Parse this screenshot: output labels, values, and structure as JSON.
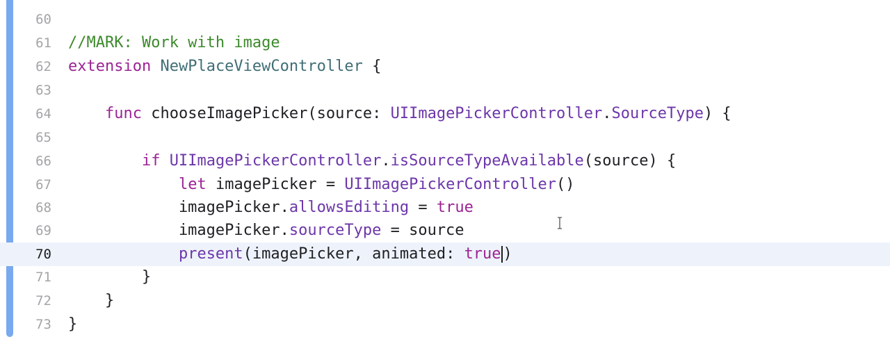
{
  "editor": {
    "colors": {
      "comment": "#3d8a2c",
      "keyword": "#9b2393",
      "type": "#3f6e74",
      "member": "#6c36a9",
      "current_line": "#eef3fb",
      "change_bar": "#79a9ef"
    },
    "cursor_icon": "text-cursor-icon",
    "lines": [
      {
        "number": "60",
        "tokens": []
      },
      {
        "number": "61",
        "tokens": [
          {
            "t": "//MARK: Work with image",
            "c": "comment"
          }
        ]
      },
      {
        "number": "62",
        "tokens": [
          {
            "t": "extension",
            "c": "keyword"
          },
          {
            "t": " ",
            "c": "plain"
          },
          {
            "t": "NewPlaceViewController",
            "c": "type"
          },
          {
            "t": " {",
            "c": "plain"
          }
        ]
      },
      {
        "number": "63",
        "tokens": []
      },
      {
        "number": "64",
        "tokens": [
          {
            "t": "    ",
            "c": "plain"
          },
          {
            "t": "func",
            "c": "keyword"
          },
          {
            "t": " chooseImagePicker(source: ",
            "c": "plain"
          },
          {
            "t": "UIImagePickerController",
            "c": "class"
          },
          {
            "t": ".",
            "c": "plain"
          },
          {
            "t": "SourceType",
            "c": "class"
          },
          {
            "t": ") {",
            "c": "plain"
          }
        ]
      },
      {
        "number": "65",
        "tokens": []
      },
      {
        "number": "66",
        "tokens": [
          {
            "t": "        ",
            "c": "plain"
          },
          {
            "t": "if",
            "c": "keyword"
          },
          {
            "t": " ",
            "c": "plain"
          },
          {
            "t": "UIImagePickerController",
            "c": "class"
          },
          {
            "t": ".",
            "c": "plain"
          },
          {
            "t": "isSourceTypeAvailable",
            "c": "method"
          },
          {
            "t": "(source) {",
            "c": "plain"
          }
        ]
      },
      {
        "number": "67",
        "tokens": [
          {
            "t": "            ",
            "c": "plain"
          },
          {
            "t": "let",
            "c": "keyword"
          },
          {
            "t": " imagePicker = ",
            "c": "plain"
          },
          {
            "t": "UIImagePickerController",
            "c": "class"
          },
          {
            "t": "()",
            "c": "plain"
          }
        ]
      },
      {
        "number": "68",
        "tokens": [
          {
            "t": "            imagePicker.",
            "c": "plain"
          },
          {
            "t": "allowsEditing",
            "c": "prop"
          },
          {
            "t": " = ",
            "c": "plain"
          },
          {
            "t": "true",
            "c": "keyword"
          }
        ]
      },
      {
        "number": "69",
        "tokens": [
          {
            "t": "            imagePicker.",
            "c": "plain"
          },
          {
            "t": "sourceType",
            "c": "prop"
          },
          {
            "t": " = source",
            "c": "plain"
          }
        ]
      },
      {
        "number": "70",
        "current": true,
        "tokens": [
          {
            "t": "            ",
            "c": "plain"
          },
          {
            "t": "present",
            "c": "method"
          },
          {
            "t": "(imagePicker, animated: ",
            "c": "plain"
          },
          {
            "t": "true",
            "c": "keyword"
          },
          {
            "caret": true
          },
          {
            "t": ")",
            "c": "plain"
          }
        ]
      },
      {
        "number": "71",
        "tokens": [
          {
            "t": "        }",
            "c": "plain"
          }
        ]
      },
      {
        "number": "72",
        "tokens": [
          {
            "t": "    }",
            "c": "plain"
          }
        ]
      },
      {
        "number": "73",
        "tokens": [
          {
            "t": "}",
            "c": "plain"
          }
        ]
      }
    ]
  }
}
